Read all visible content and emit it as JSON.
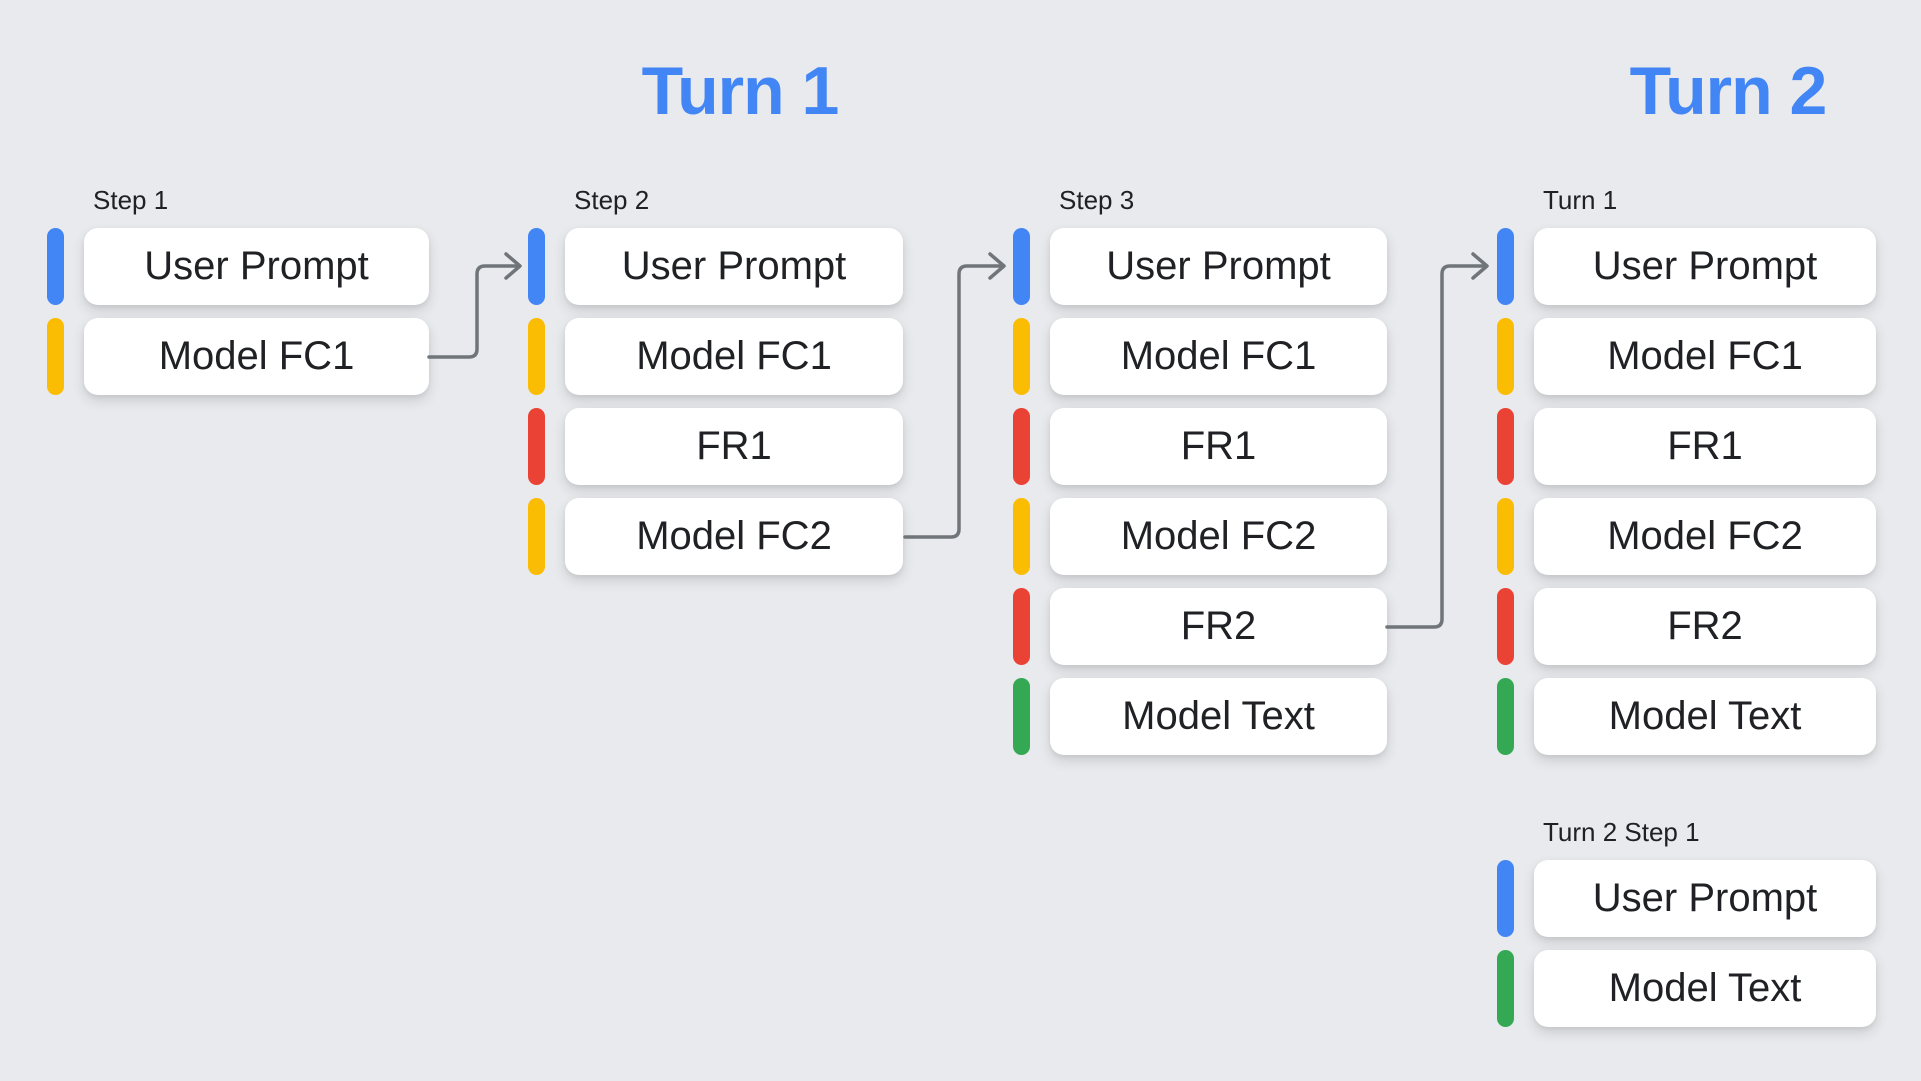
{
  "headings": {
    "turn1": "Turn 1",
    "turn2": "Turn 2"
  },
  "colors": {
    "background": "#e8eaed",
    "heading": "#4285f4",
    "text": "#202124",
    "arrow": "#70757a",
    "blue": "#4285f4",
    "yellow": "#fbbc04",
    "red": "#ea4335",
    "green": "#34a853",
    "box_background": "#ffffff"
  },
  "columns": [
    {
      "label": "Step 1",
      "rows": [
        {
          "label": "User Prompt",
          "color": "blue"
        },
        {
          "label": "Model FC1",
          "color": "yellow"
        }
      ]
    },
    {
      "label": "Step 2",
      "rows": [
        {
          "label": "User Prompt",
          "color": "blue"
        },
        {
          "label": "Model FC1",
          "color": "yellow"
        },
        {
          "label": "FR1",
          "color": "red"
        },
        {
          "label": "Model FC2",
          "color": "yellow"
        }
      ]
    },
    {
      "label": "Step 3",
      "rows": [
        {
          "label": "User Prompt",
          "color": "blue"
        },
        {
          "label": "Model FC1",
          "color": "yellow"
        },
        {
          "label": "FR1",
          "color": "red"
        },
        {
          "label": "Model FC2",
          "color": "yellow"
        },
        {
          "label": "FR2",
          "color": "red"
        },
        {
          "label": "Model Text",
          "color": "green"
        }
      ]
    },
    {
      "label": "Turn 1",
      "rows": [
        {
          "label": "User Prompt",
          "color": "blue"
        },
        {
          "label": "Model FC1",
          "color": "yellow"
        },
        {
          "label": "FR1",
          "color": "red"
        },
        {
          "label": "Model FC2",
          "color": "yellow"
        },
        {
          "label": "FR2",
          "color": "red"
        },
        {
          "label": "Model Text",
          "color": "green"
        }
      ]
    },
    {
      "label": "Turn 2 Step 1",
      "rows": [
        {
          "label": "User Prompt",
          "color": "blue"
        },
        {
          "label": "Model Text",
          "color": "green"
        }
      ]
    }
  ],
  "connectors": [
    {
      "from": "Step 1 / Model FC1",
      "to": "Step 2 / User Prompt"
    },
    {
      "from": "Step 2 / Model FC2",
      "to": "Step 3 / User Prompt"
    },
    {
      "from": "Step 3 / FR2",
      "to": "Turn 1 / User Prompt"
    }
  ]
}
